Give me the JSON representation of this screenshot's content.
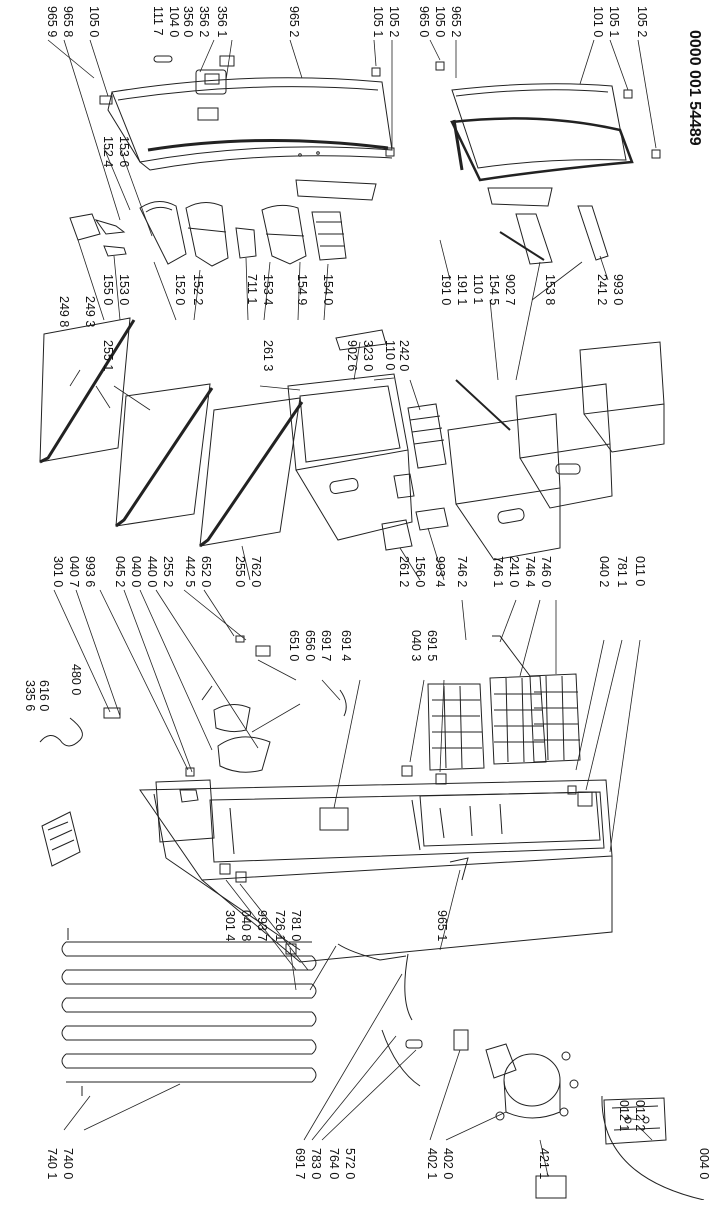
{
  "document_ref": "0000 001 54489",
  "callouts": [
    "965 9",
    "965 8",
    "105 0",
    "111 7",
    "104 0",
    "356 0",
    "356 2",
    "356 1",
    "965 2",
    "105 1",
    "105 2",
    "965 0",
    "105 0",
    "965 2",
    "101 0",
    "105 1",
    "105 2",
    "152 4",
    "153 6",
    "155 0",
    "153 0",
    "152 0",
    "152 2",
    "711 1",
    "153 4",
    "154 9",
    "154 0",
    "249 8",
    "249 3",
    "255 1",
    "261 3",
    "902 6",
    "323 0",
    "110 0",
    "242 0",
    "191 0",
    "191 1",
    "110 1",
    "154 5",
    "902 7",
    "153 8",
    "241 2",
    "993 0",
    "301 0",
    "040 7",
    "993 6",
    "045 2",
    "040 0",
    "440 0",
    "255 2",
    "442 5",
    "652 0",
    "255 0",
    "762 0",
    "651 0",
    "656 0",
    "691 7",
    "691 4",
    "040 3",
    "691 5",
    "261 2",
    "156 0",
    "993 4",
    "746 2",
    "746 1",
    "241 0",
    "746 4",
    "746 0",
    "040 2",
    "781 1",
    "011 0",
    "335 6",
    "616 0",
    "480 0",
    "965 1",
    "301 4",
    "040 8",
    "993 7",
    "726 1",
    "781 0",
    "012 1",
    "012 2",
    "740 1",
    "740 0",
    "691 7",
    "783 0",
    "764 0",
    "572 0",
    "402 1",
    "402 0",
    "421 1",
    "004 0"
  ]
}
